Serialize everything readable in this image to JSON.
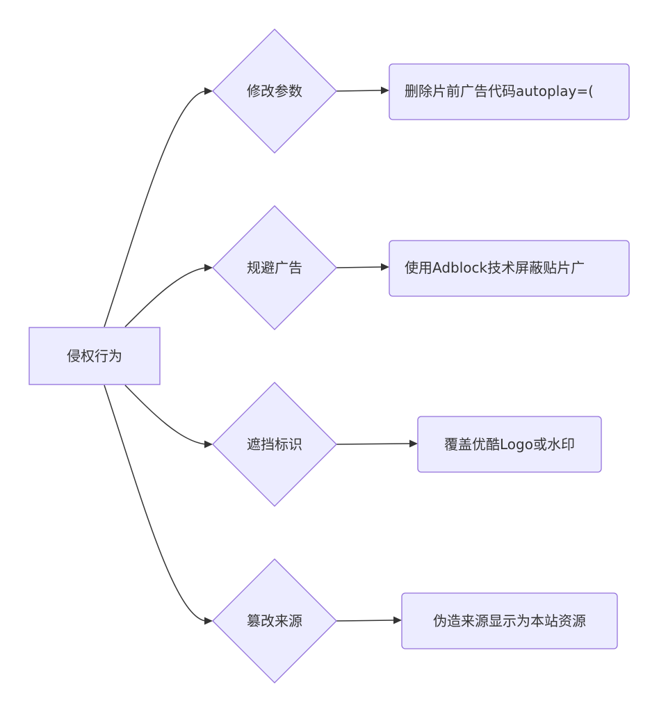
{
  "diagram": {
    "root": {
      "label": "侵权行为"
    },
    "branches": [
      {
        "decision": "修改参数",
        "result": "删除片前广告代码autoplay=("
      },
      {
        "decision": "规避广告",
        "result": "使用Adblock技术屏蔽贴片广"
      },
      {
        "decision": "遮挡标识",
        "result": "覆盖优酷Logo或水印"
      },
      {
        "decision": "篡改来源",
        "result": "伪造来源显示为本站资源"
      }
    ]
  }
}
